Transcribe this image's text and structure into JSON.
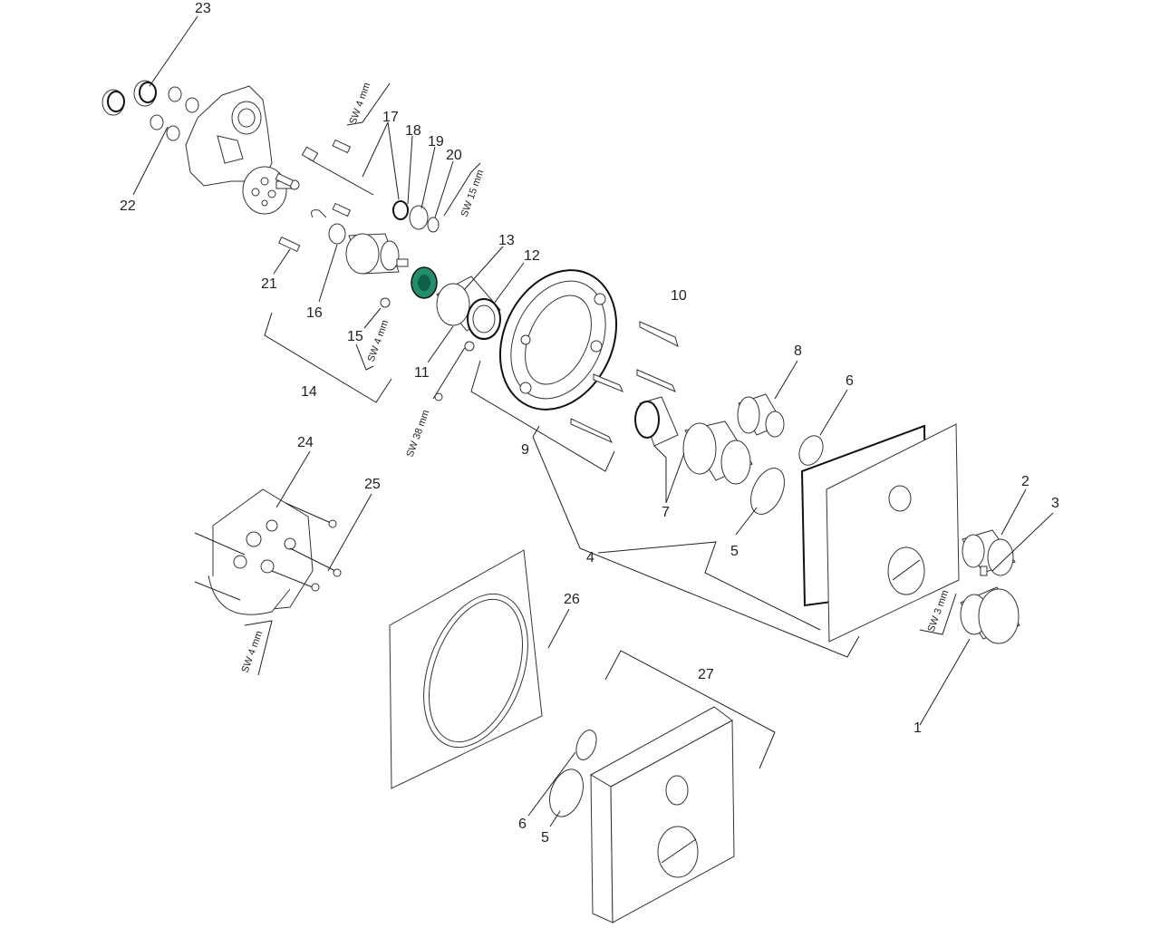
{
  "diagram": {
    "labels": {
      "n1": "1",
      "n2": "2",
      "n3": "3",
      "n4": "4",
      "n5a": "5",
      "n5b": "5",
      "n6a": "6",
      "n6b": "6",
      "n7": "7",
      "n8": "8",
      "n9": "9",
      "n10": "10",
      "n11": "11",
      "n12": "12",
      "n13": "13",
      "n14": "14",
      "n15": "15",
      "n16": "16",
      "n17": "17",
      "n18": "18",
      "n19": "19",
      "n20": "20",
      "n21": "21",
      "n22": "22",
      "n23": "23",
      "n24": "24",
      "n25": "25",
      "n26": "26",
      "n27": "27"
    },
    "tools": {
      "sw4_top": "SW 4 mm",
      "sw15": "SW 15 mm",
      "sw4_mid": "SW 4 mm",
      "sw38": "SW 38 mm",
      "sw3": "SW 3 mm",
      "sw4_bottom": "SW 4 mm"
    },
    "colors": {
      "line": "#222222",
      "accent_green": "#1f8f6b"
    }
  }
}
